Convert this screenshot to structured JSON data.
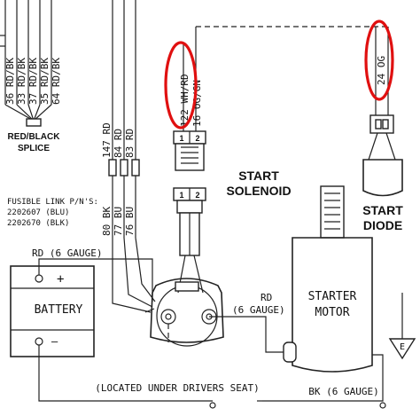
{
  "left_wires": {
    "labels": [
      "36 RD/BK",
      "33 RD/BK",
      "37 RD/BK",
      "35 RD/BK",
      "64 RD/BK"
    ],
    "splice_label_1": "RED/BLACK",
    "splice_label_2": "SPLICE"
  },
  "mid_wires": {
    "top_labels": [
      "147 RD",
      "84 RD",
      "83 RD"
    ],
    "bottom_labels": [
      "80 BK",
      "77 BU",
      "76 BU"
    ]
  },
  "fusible_link": {
    "title": "FUSIBLE LINK P/N'S:",
    "line1": "2202607 (BLU)",
    "line2": "2202670 (BLK)"
  },
  "connector_wires": {
    "wire1": "122 WH/RD",
    "wire2": "16 OG/GN",
    "pin1": "1",
    "pin2": "2"
  },
  "diode_wire": "24 OG",
  "start_solenoid": {
    "line1": "START",
    "line2": "SOLENOID"
  },
  "start_diode": {
    "line1": "START",
    "line2": "DIODE"
  },
  "battery": {
    "wire_label": "RD (6 GAUGE)",
    "label": "BATTERY",
    "plus": "+",
    "minus": "—"
  },
  "starter_motor": {
    "line1": "STARTER",
    "line2": "MOTOR",
    "wire_line1": "RD",
    "wire_line2": "(6 GAUGE)"
  },
  "ground_symbol": "E",
  "bottom": {
    "location_note": "(LOCATED UNDER DRIVERS SEAT)",
    "bk_label": "BK (6 GAUGE)"
  },
  "colors": {
    "highlight": "#e01010",
    "line": "#222222"
  }
}
